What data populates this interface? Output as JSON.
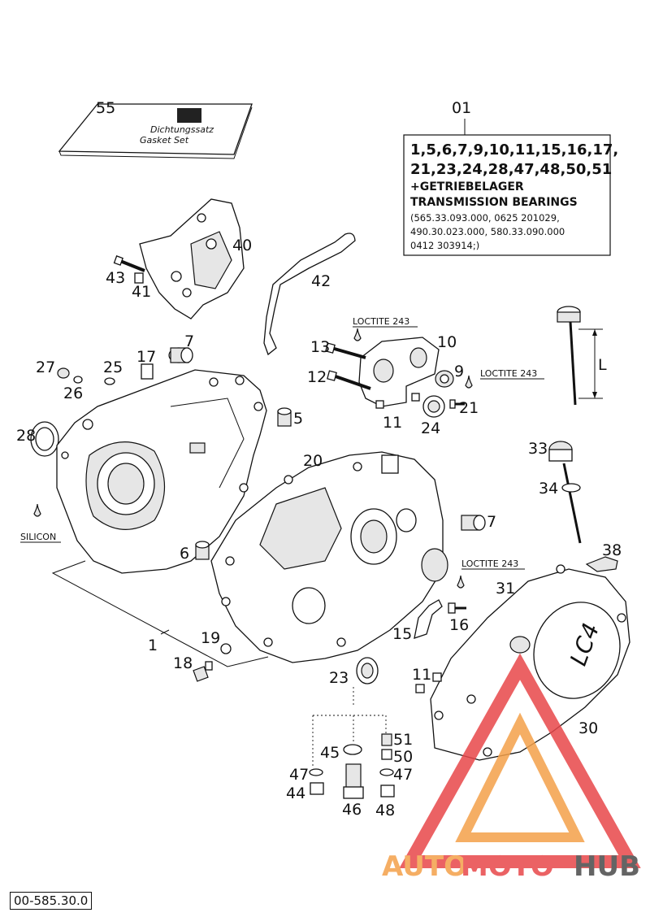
{
  "figure_code": "00-585.30.0",
  "callouts": {
    "c55": "55",
    "c01": "01",
    "c40": "40",
    "c42": "42",
    "c43": "43",
    "c41": "41",
    "c7a": "7",
    "c17": "17",
    "c25": "25",
    "c27": "27",
    "c26": "26",
    "c28": "28",
    "c5": "5",
    "c13": "13",
    "c10": "10",
    "c12": "12",
    "c9": "9",
    "c11a": "11",
    "c24": "24",
    "c21": "21",
    "c20": "20",
    "c6": "6",
    "c7b": "7",
    "c33": "33",
    "c34": "34",
    "c38": "38",
    "c31": "31",
    "c16": "16",
    "c15": "15",
    "c1": "1",
    "c19": "19",
    "c18": "18",
    "c23": "23",
    "c11b": "11",
    "c30": "30",
    "c45": "45",
    "c51": "51",
    "c50": "50",
    "c47a": "47",
    "c47b": "47",
    "c44": "44",
    "c46": "46",
    "c48": "48",
    "cL": "L"
  },
  "notes": {
    "loctite_1": "LOCTITE 243",
    "loctite_2": "LOCTITE 243",
    "loctite_3": "LOCTITE 243",
    "silicon": "SILICON"
  },
  "kit_box": {
    "line1": "1,5,6,7,9,10,11,15,16,17,",
    "line2": "21,23,24,28,47,48,50,51",
    "line3": "+GETRIEBELAGER",
    "line4": "TRANSMISSION BEARINGS",
    "line5": "(565.33.093.000, 0625 201029,",
    "line6": "490.30.023.000, 580.33.090.000",
    "line7": "0412 303914;)"
  },
  "manual_cover": {
    "line1": "Dichtungssatz",
    "line2": "Gasket Set"
  },
  "cover_logo": "LC4",
  "watermark": {
    "part1": "AUTO",
    "part2": "MOTO",
    "part3": "HUB",
    "color_orange": "#f4a14a",
    "color_red": "#e8474a",
    "color_grey": "#4a4a4a"
  }
}
